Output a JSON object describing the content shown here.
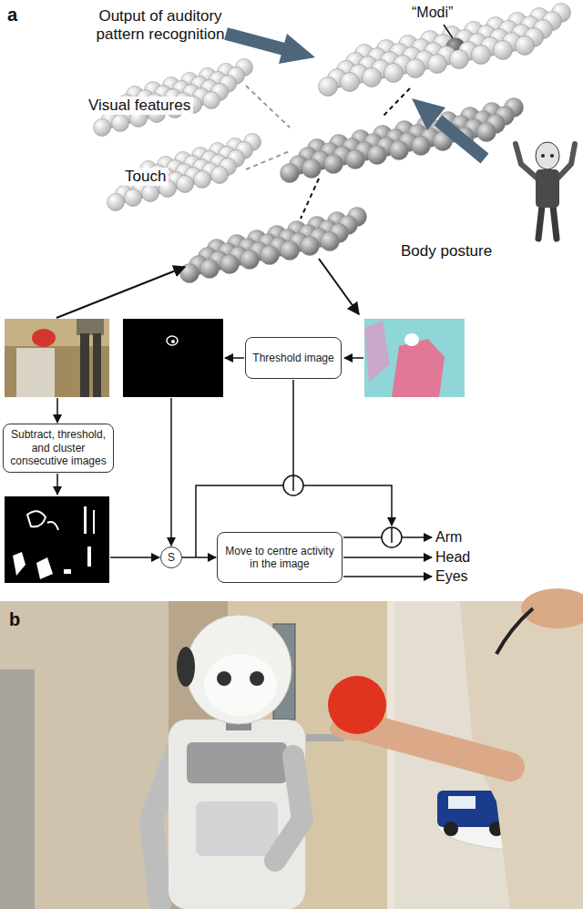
{
  "diagram": {
    "nodes": [
      {
        "text": [
          "Threshold image"
        ]
      },
      {
        "text": [
          "Subtract, threshold, and cluster consecutive images"
        ]
      },
      {
        "text": [
          "S"
        ]
      },
      {
        "text": [
          "Move to centre activity in the image"
        ]
      }
    ],
    "edges": [
      {
        "from": 2,
        "to": 3,
        "arrow": "to"
      }
    ],
    "labels": [
      "a",
      "Output of auditory pattern recognition",
      "“Modi”",
      "Visual features",
      "Touch",
      "Body posture",
      "Arm",
      "Head",
      "Eyes",
      "b"
    ]
  }
}
